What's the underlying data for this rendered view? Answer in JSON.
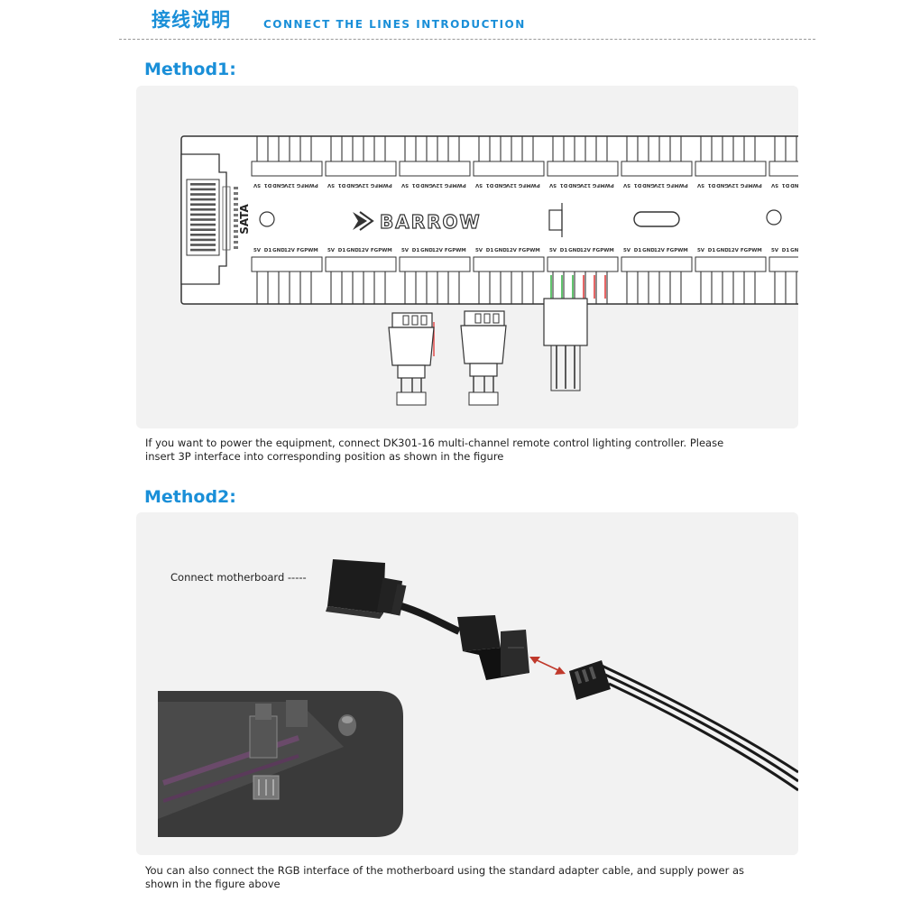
{
  "header": {
    "title_cn": "接线说明",
    "title_en": "CONNECT THE LINES INTRODUCTION"
  },
  "method1": {
    "title": "Method1:",
    "board": {
      "sata_label": "SATA",
      "brand": "BARROW",
      "pin_labels": [
        "5V",
        "D1",
        "GND",
        "12V",
        "FG",
        "PWM"
      ]
    },
    "caption_line1": "If you want to power the equipment, connect DK301-16 multi-channel remote control lighting controller. Please",
    "caption_line2": "insert 3P interface into corresponding position as shown in the figure"
  },
  "method2": {
    "title": "Method2:",
    "connect_label": "Connect motherboard -----",
    "caption_line1": "You can also connect the RGB interface of the motherboard using the standard adapter cable, and supply power as",
    "caption_line2": "shown in the figure above"
  },
  "colors": {
    "accent": "#1a8fd8",
    "arrow_red": "#c0392b",
    "wire_green": "#3bb54a",
    "wire_red": "#e04040"
  }
}
